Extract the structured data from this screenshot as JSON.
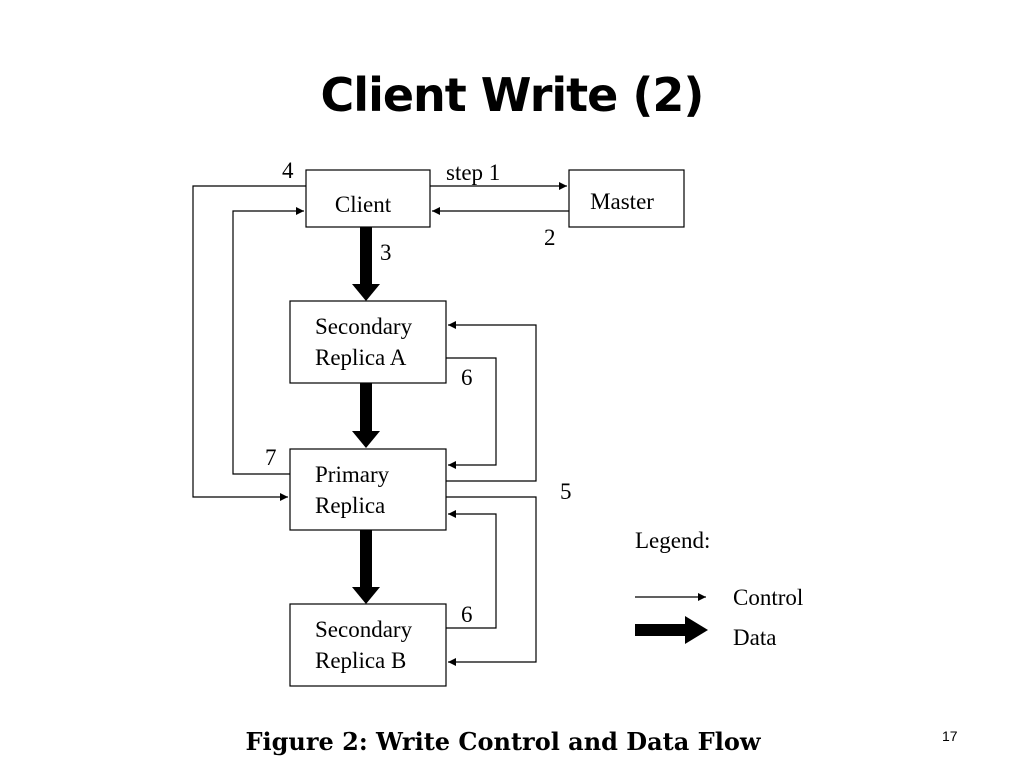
{
  "slide": {
    "title": "Client Write (2)",
    "caption": "Figure 2: Write Control and Data Flow",
    "page_number": "17"
  },
  "diagram": {
    "nodes": {
      "client": "Client",
      "master": "Master",
      "secondary_a_line1": "Secondary",
      "secondary_a_line2": "Replica A",
      "primary_line1": "Primary",
      "primary_line2": "Replica",
      "secondary_b_line1": "Secondary",
      "secondary_b_line2": "Replica B"
    },
    "step_labels": {
      "step1": "step 1",
      "step2": "2",
      "step3": "3",
      "step4": "4",
      "step5": "5",
      "step6a": "6",
      "step6b": "6",
      "step7": "7"
    },
    "legend": {
      "title": "Legend:",
      "control_label": "Control",
      "data_label": "Data"
    }
  },
  "colors": {
    "line": "#000000",
    "background": "#ffffff"
  }
}
